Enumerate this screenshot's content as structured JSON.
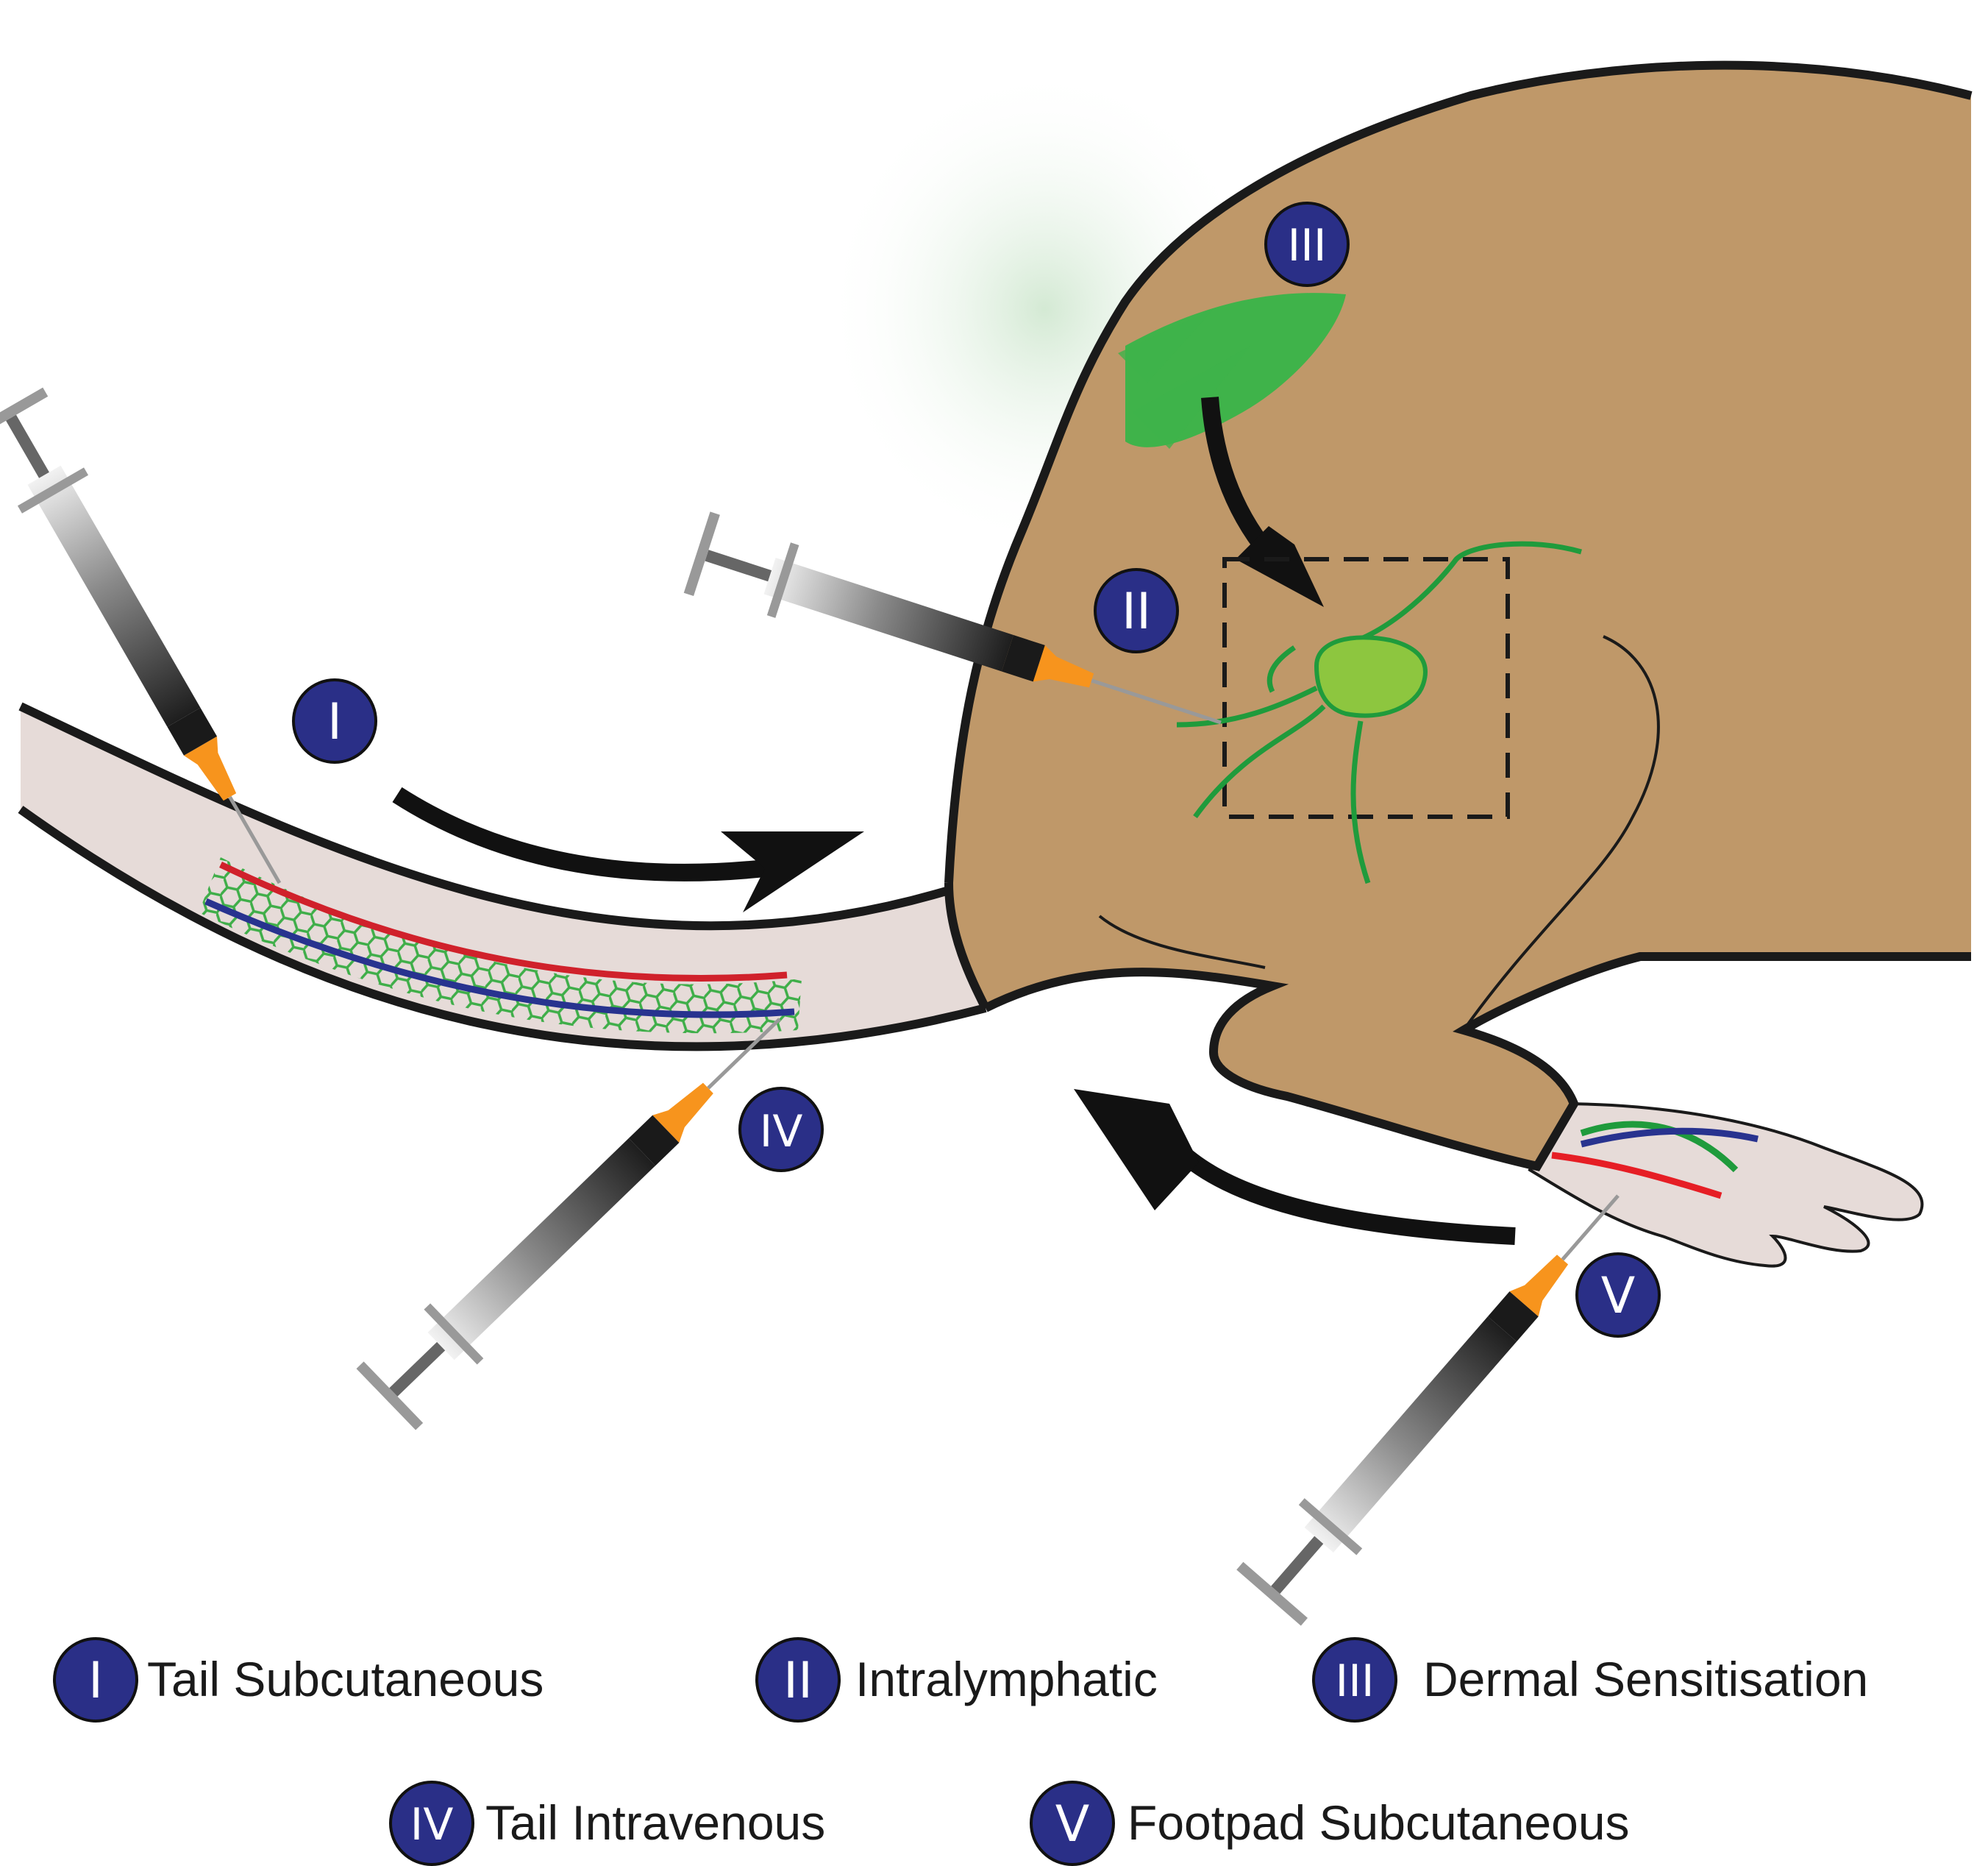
{
  "sites": [
    {
      "numeral": "I",
      "label": "Tail Subcutaneous"
    },
    {
      "numeral": "II",
      "label": "Intralymphatic"
    },
    {
      "numeral": "III",
      "label": "Dermal Sensitisation"
    },
    {
      "numeral": "IV",
      "label": "Tail Intravenous"
    },
    {
      "numeral": "V",
      "label": "Footpad Subcutaneous"
    }
  ],
  "colors": {
    "body_fill": "#bf9869",
    "tail_fill": "#e6dbd8",
    "outline": "#1a1a1a",
    "badge_fill": "#2a2f87",
    "lymph_green": "#1f9b3c",
    "node_fill": "#8dc63f",
    "skin_green": "#3fb34a",
    "artery_red": "#d0212b",
    "vein_blue": "#28338f",
    "needle_hub": "#f7941d"
  }
}
